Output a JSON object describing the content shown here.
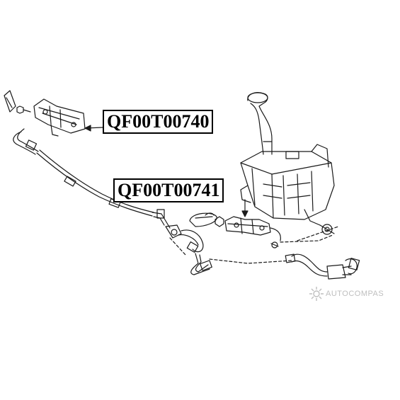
{
  "labels": {
    "upper_part": "QF00T00740",
    "lower_part": "QF00T00741"
  },
  "watermark": {
    "text": "AUTOCOMPAS"
  },
  "colors": {
    "line": "#1a1a1a",
    "background": "#ffffff",
    "watermark": "#8a8a8a"
  },
  "icons": [
    "washer-reservoir-icon",
    "washer-pump-icon",
    "nozzle-icon",
    "hose-icon",
    "autocompas-logo-icon"
  ]
}
